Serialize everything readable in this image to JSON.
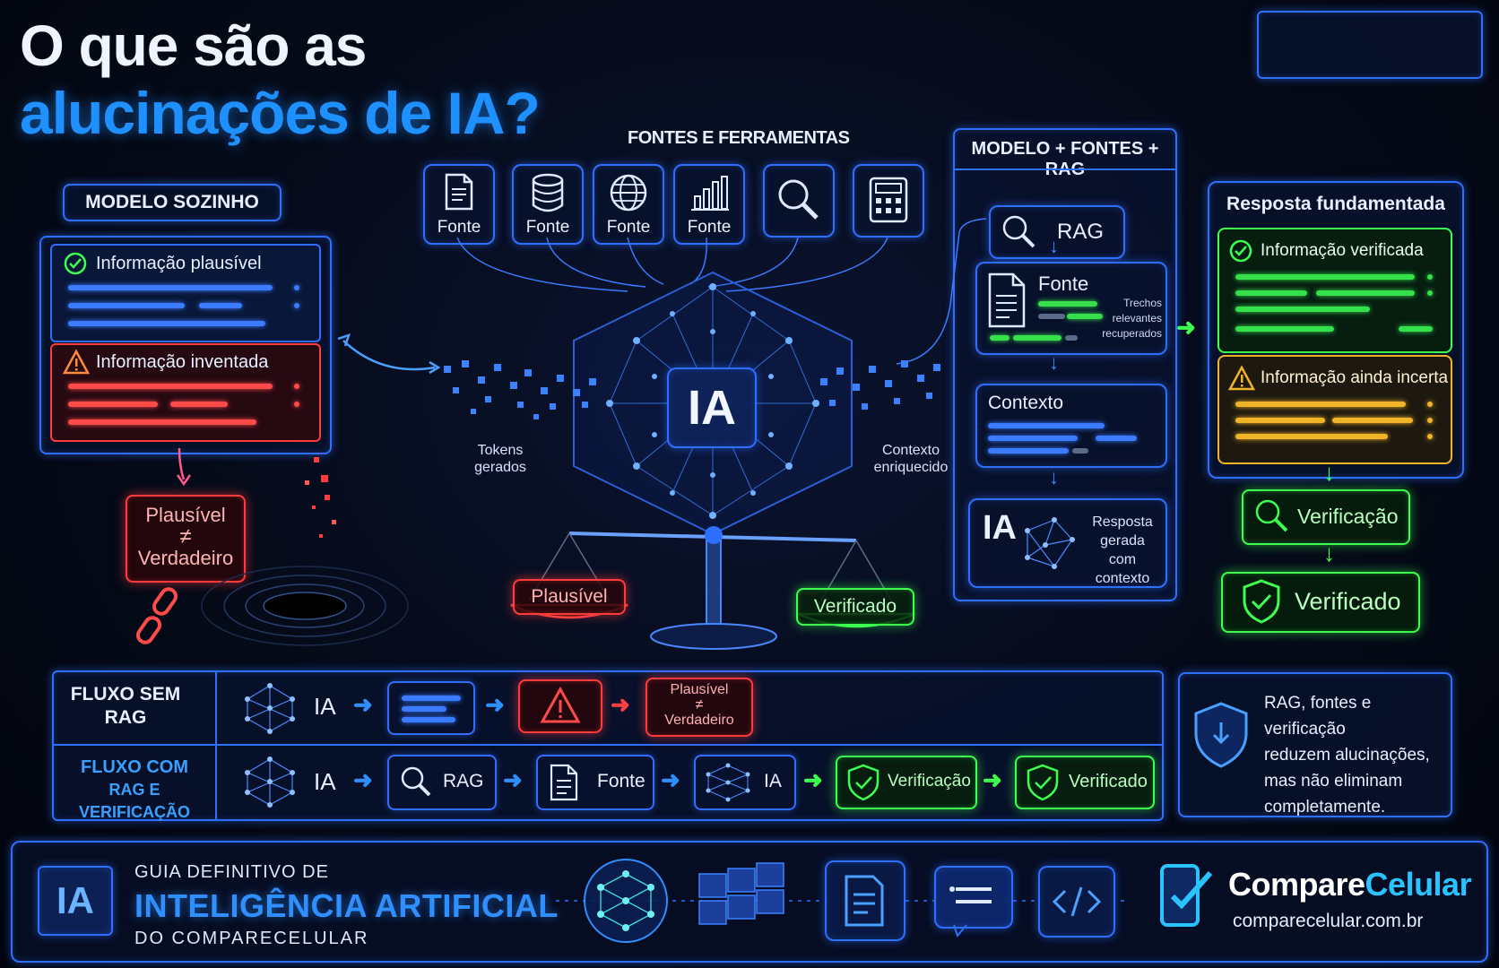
{
  "title": {
    "line1": "O que são as",
    "line2": "alucinações de IA?"
  },
  "left": {
    "header": "MODELO SOZINHO",
    "item1": "Informação plausível",
    "item2": "Informação inventada",
    "warning_line1": "Plausível",
    "warning_symbol": "≠",
    "warning_line2": "Verdadeiro"
  },
  "tools": {
    "header": "FONTES E FERRAMENTAS",
    "items": [
      "Fonte",
      "Fonte",
      "Fonte",
      "Fonte"
    ]
  },
  "center": {
    "core": "IA",
    "tokens_line1": "Tokens",
    "tokens_line2": "gerados",
    "context_line1": "Contexto",
    "context_line2": "enriquecido",
    "scale_left": "Plausível",
    "scale_right": "Verificado"
  },
  "rag": {
    "header": "MODELO + FONTES + RAG",
    "rag_label": "RAG",
    "fonte_label": "Fonte",
    "fonte_note_1": "Trechos",
    "fonte_note_2": "relevantes",
    "fonte_note_3": "recuperados",
    "context_label": "Contexto",
    "ia_label": "IA",
    "answer_1": "Resposta",
    "answer_2": "gerada com",
    "answer_3": "contexto"
  },
  "grounded": {
    "header": "Resposta fundamentada",
    "item1": "Informação verificada",
    "item2": "Informação ainda incerta",
    "verify": "Verificação",
    "verified": "Verificado"
  },
  "flows": {
    "no_rag_line1": "FLUXO SEM",
    "no_rag_line2": "RAG",
    "ia": "IA",
    "plaus_line1": "Plausível",
    "plaus_symbol": "≠",
    "plaus_line2": "Verdadeiro",
    "rag_line1": "FLUXO COM",
    "rag_line2": "RAG E VERIFICAÇÃO",
    "rag": "RAG",
    "fonte": "Fonte",
    "verificacao": "Verificação",
    "verificado": "Verificado"
  },
  "note": {
    "line1": "RAG, fontes e verificação",
    "line2": "reduzem alucinações,",
    "line3": "mas não eliminam",
    "line4": "completamente."
  },
  "footer": {
    "chip": "IA",
    "guide_line1": "GUIA DEFINITIVO DE",
    "guide_line2": "INTELIGÊNCIA ARTIFICIAL",
    "guide_line3": "DO COMPARECELULAR",
    "brand_a": "Compare",
    "brand_b": "Celular",
    "url": "comparecelular.com.br"
  },
  "colors": {
    "blue": "#2f6fff",
    "red": "#ff3b3b",
    "green": "#3cff4f",
    "yellow": "#f0b428",
    "bg": "#050a18"
  },
  "icons": [
    "check-icon",
    "warning-icon",
    "document-icon",
    "database-icon",
    "globe-icon",
    "bar-chart-icon",
    "search-icon",
    "calculator-icon",
    "chain-icon",
    "shield-icon",
    "network-icon",
    "chip-icon",
    "code-icon",
    "chat-icon",
    "phone-check-icon"
  ]
}
